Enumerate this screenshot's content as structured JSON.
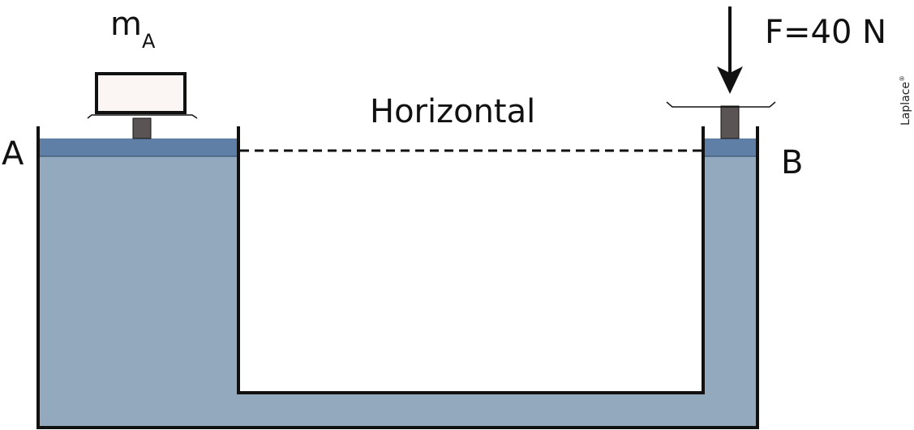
{
  "labels": {
    "mass_main": "m",
    "mass_sub": "A",
    "force": "F=40 N",
    "horizontal": "Horizontal",
    "point_a": "A",
    "point_b": "B",
    "watermark": "Laplace",
    "watermark_mark": "®"
  },
  "colors": {
    "fluid": "#93a9bd",
    "fluid_surface": "#5f7fa6",
    "piston_rod": "#5a5454",
    "mass_fill": "#fbf6f4",
    "outline": "#111111"
  }
}
